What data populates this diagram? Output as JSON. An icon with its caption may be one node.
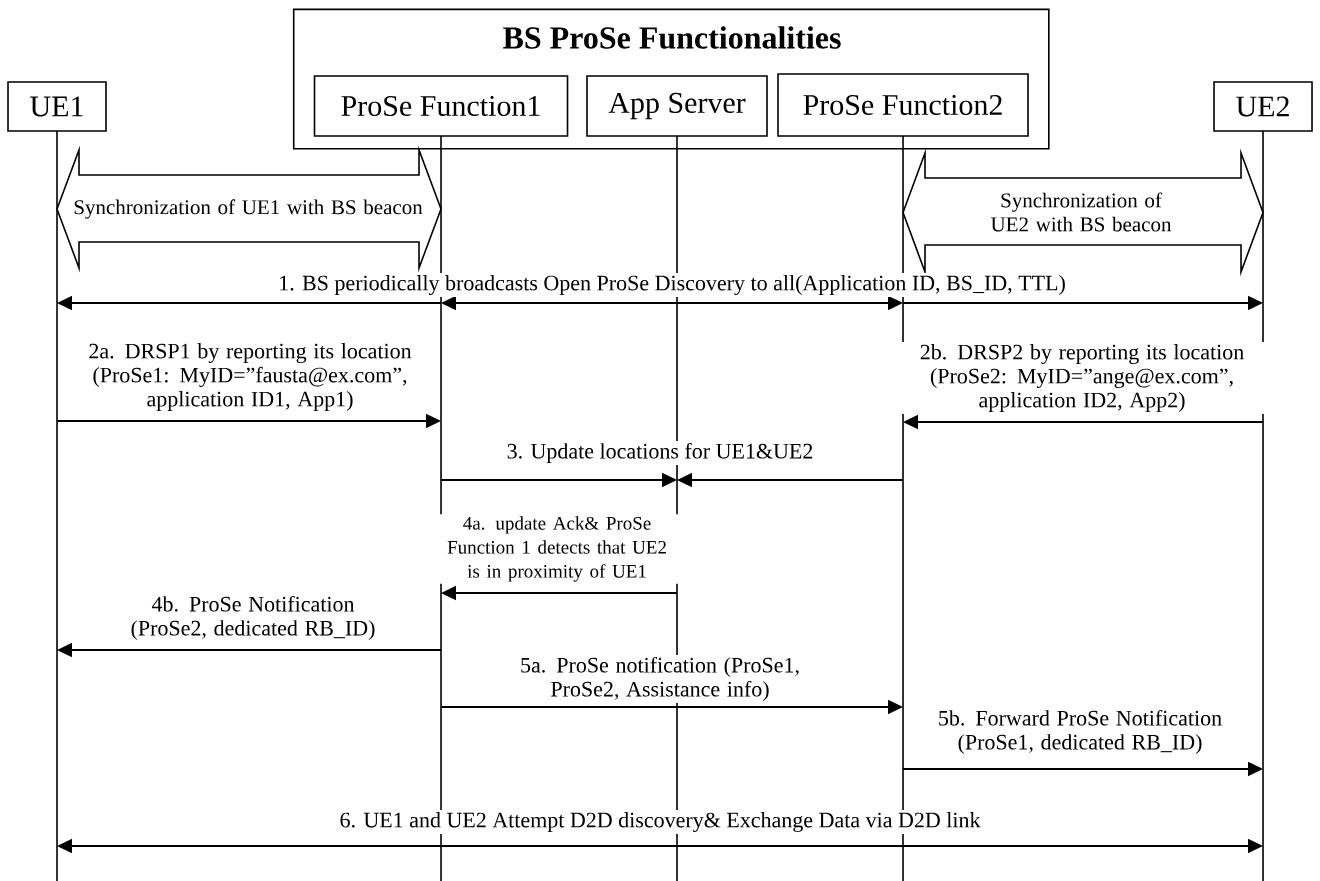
{
  "diagram": {
    "nodes": [
      {
        "text": [
          "BS ProSe Functionalities"
        ]
      },
      {
        "text": [
          "UE1"
        ]
      },
      {
        "text": [
          "ProSe Function1"
        ],
        "in": 0
      },
      {
        "text": [
          "App Server"
        ],
        "in": 0
      },
      {
        "text": [
          "ProSe Function2"
        ],
        "in": 0
      },
      {
        "text": [
          "UE2"
        ]
      },
      {
        "text": [],
        "shape": "line"
      },
      {
        "text": [],
        "shape": "line"
      },
      {
        "text": [],
        "shape": "line"
      },
      {
        "text": [],
        "shape": "line"
      },
      {
        "text": [],
        "shape": "line"
      }
    ],
    "edges": [
      {
        "from": 6,
        "to": 7,
        "arrow": "both",
        "style": "thick",
        "label": "Synchronization of UE1 with BS beacon"
      },
      {
        "from": 9,
        "to": 10,
        "arrow": "both",
        "style": "thick",
        "label": "Synchronization of UE2 with BS beacon"
      },
      {
        "from": 7,
        "to": 6,
        "arrow": "to"
      },
      {
        "from": 7,
        "to": 9,
        "arrow": "both",
        "label": "1. BS periodically broadcasts Open ProSe Discovery to all(Application ID, BS_ID, TTL)"
      },
      {
        "from": 9,
        "to": 10,
        "arrow": "to"
      },
      {
        "from": 6,
        "to": 7,
        "arrow": "to",
        "label": "2a. DRSP1 by reporting its location (ProSe1: MyID=”fausta@ex.com”, application ID1, App1)"
      },
      {
        "from": 10,
        "to": 9,
        "arrow": "to",
        "label": "2b. DRSP2 by reporting its location (ProSe2: MyID=”ange@ex.com”, application ID2, App2)"
      },
      {
        "from": 7,
        "to": 8,
        "arrow": "to",
        "label": "3. Update locations for UE1&UE2"
      },
      {
        "from": 9,
        "to": 8,
        "arrow": "to"
      },
      {
        "from": 8,
        "to": 7,
        "arrow": "to",
        "label": "4a. update Ack& ProSe Function 1 detects that UE2 is in proximity of UE1"
      },
      {
        "from": 7,
        "to": 6,
        "arrow": "to",
        "label": "4b. ProSe Notification (ProSe2, dedicated RB_ID)"
      },
      {
        "from": 7,
        "to": 9,
        "arrow": "to",
        "label": "5a. ProSe notification (ProSe1, ProSe2, Assistance info)"
      },
      {
        "from": 9,
        "to": 10,
        "arrow": "to",
        "label": "5b. Forward ProSe Notification (ProSe1, dedicated RB_ID)"
      },
      {
        "from": 6,
        "to": 10,
        "arrow": "both",
        "label": "6. UE1 and UE2 Attempt D2D discovery& Exchange Data via D2D link"
      }
    ]
  }
}
